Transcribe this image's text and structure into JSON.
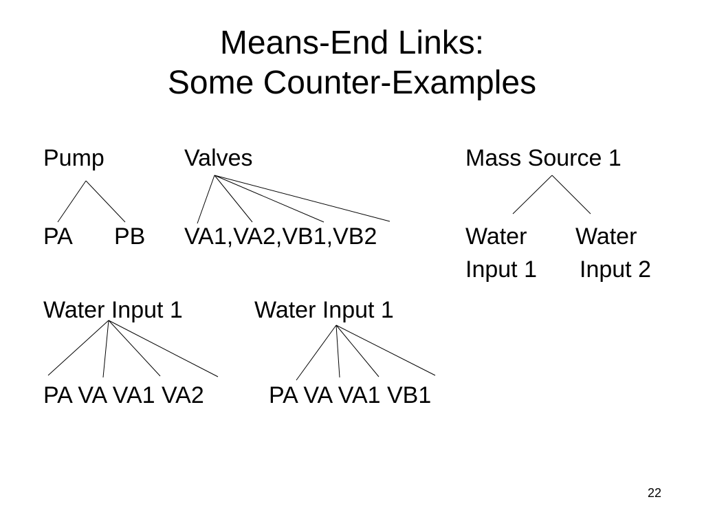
{
  "slide": {
    "title_line1": "Means-End Links:",
    "title_line2": "Some Counter-Examples",
    "page_number": "22"
  },
  "trees": {
    "pump": {
      "parent": "Pump",
      "children": [
        "PA",
        "PB"
      ]
    },
    "valves": {
      "parent": "Valves",
      "children": [
        "VA1,VA2,VB1,VB2"
      ]
    },
    "mass_source": {
      "parent": "Mass Source 1",
      "children": [
        "Water Input 1",
        "Water Input 2"
      ]
    },
    "water_input_a": {
      "parent": "Water Input 1",
      "children": [
        "PA VA VA1 VA2"
      ]
    },
    "water_input_b": {
      "parent": "Water Input 1",
      "children": [
        "PA VA VA1 VB1"
      ]
    }
  },
  "labels": {
    "water_1_word": "Water",
    "water_1_sub": "Input 1",
    "water_2_word": "Water",
    "water_2_sub": "Input 2"
  }
}
